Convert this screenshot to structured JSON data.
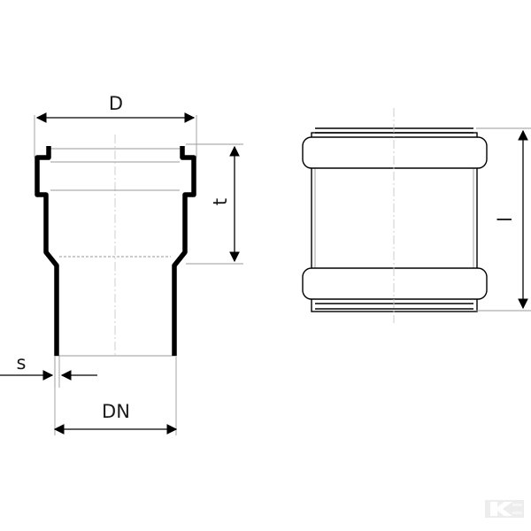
{
  "labels": {
    "outer_diameter": "D",
    "socket_depth": "t",
    "wall_thickness": "s",
    "nominal_diameter": "DN",
    "length": "l"
  },
  "watermark": {
    "text": "K",
    "icon": "brand-k-logo-icon",
    "color": "#e6e6e6"
  },
  "colors": {
    "line": "#000000",
    "guide": "#9a9a9a",
    "background": "#ffffff"
  }
}
